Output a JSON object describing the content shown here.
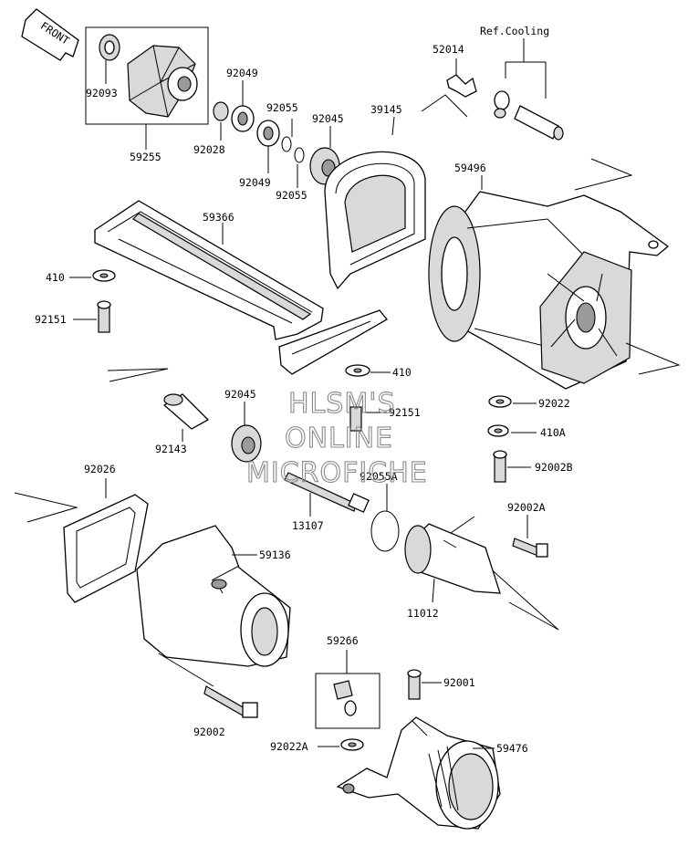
{
  "front_label": "FRONT",
  "ref_cooling": "Ref.Cooling",
  "watermark": [
    "HLSM'S",
    "ONLINE",
    "MICROFICHE"
  ],
  "part_numbers": {
    "p92093": "92093",
    "p59255": "59255",
    "p92049a": "92049",
    "p92028": "92028",
    "p92049b": "92049",
    "p92055a": "92055",
    "p92055b": "92055",
    "p92045a": "92045",
    "p39145": "39145",
    "p52014": "52014",
    "p59496": "59496",
    "p59366": "59366",
    "p410a": "410",
    "p92151a": "92151",
    "p410b": "410",
    "p92151b": "92151",
    "p92045b": "92045",
    "p92143": "92143",
    "p92022": "92022",
    "p410A": "410A",
    "p92002B": "92002B",
    "p92055A": "92055A",
    "p92026": "92026",
    "p13107": "13107",
    "p92002A": "92002A",
    "p59136": "59136",
    "p11012": "11012",
    "p59266": "59266",
    "p92001": "92001",
    "p92002": "92002",
    "p92022A": "92022A",
    "p59476": "59476"
  }
}
